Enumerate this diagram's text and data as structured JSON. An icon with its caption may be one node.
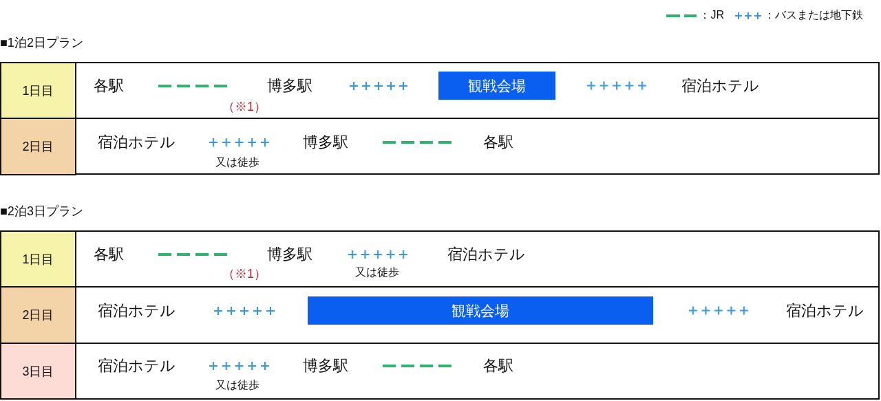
{
  "diagram": {
    "nodes": [
      {
        "text": [
          "■1泊2日プラン"
        ]
      },
      {
        "text": [
          "1日目"
        ],
        "in": 0
      },
      {
        "text": [
          "各駅"
        ],
        "in": 0
      },
      {
        "text": [
          "博多駅"
        ],
        "in": 0
      },
      {
        "text": [
          "観戦会場"
        ],
        "in": 0
      },
      {
        "text": [
          "宿泊ホテル"
        ],
        "in": 0
      },
      {
        "text": [
          "2日目"
        ],
        "in": 0
      },
      {
        "text": [
          "宿泊ホテル"
        ],
        "in": 0
      },
      {
        "text": [
          "博多駅"
        ],
        "in": 0
      },
      {
        "text": [
          "各駅"
        ],
        "in": 0
      },
      {
        "text": [
          "■2泊3日プラン"
        ]
      },
      {
        "text": [
          "1日目"
        ],
        "in": 10
      },
      {
        "text": [
          "各駅"
        ],
        "in": 10
      },
      {
        "text": [
          "博多駅"
        ],
        "in": 10
      },
      {
        "text": [
          "宿泊ホテル"
        ],
        "in": 10
      },
      {
        "text": [
          "2日目"
        ],
        "in": 10
      },
      {
        "text": [
          "宿泊ホテル"
        ],
        "in": 10
      },
      {
        "text": [
          "観戦会場"
        ],
        "in": 10
      },
      {
        "text": [
          "宿泊ホテル"
        ],
        "in": 10
      },
      {
        "text": [
          "3日目"
        ],
        "in": 10
      },
      {
        "text": [
          "宿泊ホテル"
        ],
        "in": 10
      },
      {
        "text": [
          "博多駅"
        ],
        "in": 10
      },
      {
        "text": [
          "各駅"
        ],
        "in": 10
      }
    ],
    "edges": [
      {
        "from": 2,
        "to": 3,
        "arrow": "none",
        "label": "（※1）",
        "style": "dashed",
        "color": "#2fb36f"
      },
      {
        "from": 3,
        "to": 4,
        "arrow": "none"
      },
      {
        "from": 4,
        "to": 5,
        "arrow": "none"
      },
      {
        "from": 7,
        "to": 8,
        "arrow": "none",
        "label": "又は徒歩"
      },
      {
        "from": 8,
        "to": 9,
        "arrow": "none",
        "style": "dashed",
        "color": "#2fb36f"
      },
      {
        "from": 12,
        "to": 13,
        "arrow": "none",
        "label": "（※1）",
        "style": "dashed",
        "color": "#2fb36f"
      },
      {
        "from": 13,
        "to": 14,
        "arrow": "none",
        "label": "又は徒歩"
      },
      {
        "from": 16,
        "to": 17,
        "arrow": "none"
      },
      {
        "from": 17,
        "to": 18,
        "arrow": "none"
      },
      {
        "from": 20,
        "to": 21,
        "arrow": "none",
        "label": "又は徒歩"
      },
      {
        "from": 21,
        "to": 22,
        "arrow": "none",
        "style": "dashed",
        "color": "#2fb36f"
      }
    ],
    "legend": [
      {
        "text": "：JR"
      },
      {
        "text": "：バスまたは地下鉄"
      }
    ]
  }
}
